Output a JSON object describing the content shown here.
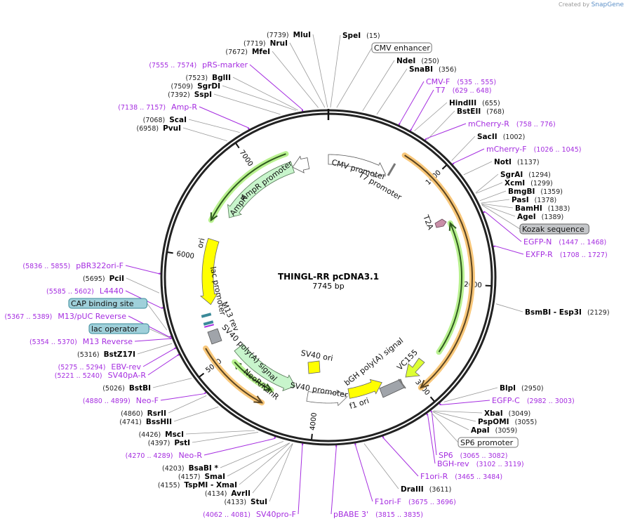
{
  "credit": {
    "prefix": "Created by",
    "brand": "SnapGene"
  },
  "plasmid": {
    "name": "THINGL-RR pcDNA3.1",
    "length": "7745 bp",
    "total_bp": 7745
  },
  "ticks": [
    "1000",
    "2000",
    "3000",
    "4000",
    "5000",
    "6000",
    "7000"
  ],
  "colors": {
    "primer": "#a52de0",
    "enzyme": "#000000",
    "backbone": "#222222",
    "orange": "#f8c77a",
    "green": "#b9f190",
    "yellow": "#ffff00"
  },
  "enzymes": [
    {
      "name": "SpeI",
      "pos": "(15)",
      "site": 15
    },
    {
      "name": "NdeI",
      "pos": "(250)",
      "site": 250
    },
    {
      "name": "SnaBI",
      "pos": "(356)",
      "site": 356
    },
    {
      "name": "HindIII",
      "pos": "(655)",
      "site": 655
    },
    {
      "name": "BstEII",
      "pos": "(768)",
      "site": 768
    },
    {
      "name": "SacII",
      "pos": "(1002)",
      "site": 1002
    },
    {
      "name": "NotI",
      "pos": "(1137)",
      "site": 1137
    },
    {
      "name": "SgrAI",
      "pos": "(1294)",
      "site": 1294
    },
    {
      "name": "XcmI",
      "pos": "(1299)",
      "site": 1299
    },
    {
      "name": "BmgBI",
      "pos": "(1359)",
      "site": 1359
    },
    {
      "name": "PasI",
      "pos": "(1378)",
      "site": 1378
    },
    {
      "name": "BamHI",
      "pos": "(1383)",
      "site": 1383
    },
    {
      "name": "AgeI",
      "pos": "(1389)",
      "site": 1389
    },
    {
      "name": "BsmBI   - Esp3I",
      "pos": "(2129)",
      "site": 2129
    },
    {
      "name": "BlpI",
      "pos": "(2950)",
      "site": 2950
    },
    {
      "name": "XbaI",
      "pos": "(3049)",
      "site": 3049
    },
    {
      "name": "PspOMI",
      "pos": "(3055)",
      "site": 3055
    },
    {
      "name": "ApaI",
      "pos": "(3059)",
      "site": 3059
    },
    {
      "name": "DraIII",
      "pos": "(3611)",
      "site": 3611
    },
    {
      "name": "StuI",
      "pos": "(4133)",
      "site": 4133
    },
    {
      "name": "AvrII",
      "pos": "(4134)",
      "site": 4134
    },
    {
      "name": "TspMI   - XmaI",
      "pos": "(4155)",
      "site": 4155
    },
    {
      "name": "SmaI",
      "pos": "(4157)",
      "site": 4157
    },
    {
      "name": "BsaBI *",
      "pos": "(4203)",
      "site": 4203
    },
    {
      "name": "PstI",
      "pos": "(4397)",
      "site": 4397
    },
    {
      "name": "MscI",
      "pos": "(4426)",
      "site": 4426
    },
    {
      "name": "BssHII",
      "pos": "(4741)",
      "site": 4741
    },
    {
      "name": "RsrII",
      "pos": "(4860)",
      "site": 4860
    },
    {
      "name": "BstBI",
      "pos": "(5026)",
      "site": 5026
    },
    {
      "name": "BstZ17I",
      "pos": "(5316)",
      "site": 5316
    },
    {
      "name": "PciI",
      "pos": "(5695)",
      "site": 5695
    },
    {
      "name": "PvuI",
      "pos": "(6958)",
      "site": 6958
    },
    {
      "name": "ScaI",
      "pos": "(7068)",
      "site": 7068
    },
    {
      "name": "SspI",
      "pos": "(7392)",
      "site": 7392
    },
    {
      "name": "SgrDI",
      "pos": "(7509)",
      "site": 7509
    },
    {
      "name": "BglII",
      "pos": "(7523)",
      "site": 7523
    },
    {
      "name": "MfeI",
      "pos": "(7672)",
      "site": 7672
    },
    {
      "name": "NruI",
      "pos": "(7719)",
      "site": 7719
    },
    {
      "name": "MluI",
      "pos": "(7739)",
      "site": 7739
    }
  ],
  "primers": [
    {
      "name": "CMV-F",
      "range": "(535 .. 555)",
      "site": 535
    },
    {
      "name": "T7",
      "range": "(629 .. 648)",
      "site": 629
    },
    {
      "name": "mCherry-R",
      "range": "(758 .. 776)",
      "site": 758
    },
    {
      "name": "mCherry-F",
      "range": "(1026 .. 1045)",
      "site": 1026
    },
    {
      "name": "EGFP-N",
      "range": "(1447 .. 1468)",
      "site": 1447
    },
    {
      "name": "EXFP-R",
      "range": "(1708 .. 1727)",
      "site": 1708
    },
    {
      "name": "EGFP-C",
      "range": "(2982 .. 3003)",
      "site": 2982
    },
    {
      "name": "SP6",
      "range": "(3065 .. 3082)",
      "site": 3065
    },
    {
      "name": "BGH-rev",
      "range": "(3102 .. 3119)",
      "site": 3102
    },
    {
      "name": "F1ori-R",
      "range": "(3465 .. 3484)",
      "site": 3465
    },
    {
      "name": "F1ori-F",
      "range": "(3675 .. 3696)",
      "site": 3675
    },
    {
      "name": "pBABE 3'",
      "range": "(3815 .. 3835)",
      "site": 3815
    },
    {
      "name": "SV40pro-F",
      "range": "(4062 .. 4081)",
      "site": 4062
    },
    {
      "name": "Neo-R",
      "range": "(4270 .. 4289)",
      "site": 4270
    },
    {
      "name": "Neo-F",
      "range": "(4880 .. 4899)",
      "site": 4880
    },
    {
      "name": "SV40pA-R",
      "range": "(5221 .. 5240)",
      "site": 5221
    },
    {
      "name": "EBV-rev",
      "range": "(5275 .. 5294)",
      "site": 5275
    },
    {
      "name": "M13 Reverse",
      "range": "(5354 .. 5370)",
      "site": 5354
    },
    {
      "name": "M13/pUC Reverse",
      "range": "(5367 .. 5389)",
      "site": 5367
    },
    {
      "name": "L4440",
      "range": "(5585 .. 5602)",
      "site": 5585
    },
    {
      "name": "pBR322ori-F",
      "range": "(5836 .. 5855)",
      "site": 5836
    },
    {
      "name": "Amp-R",
      "range": "(7138 .. 7157)",
      "site": 7138
    },
    {
      "name": "pRS-marker",
      "range": "(7555 .. 7574)",
      "site": 7555
    }
  ],
  "boxed_features": [
    {
      "name": "CMV enhancer",
      "style": "white"
    },
    {
      "name": "Kozak sequence",
      "style": "gray"
    },
    {
      "name": "SP6 promoter",
      "style": "white"
    },
    {
      "name": "lac operator",
      "style": "teal"
    },
    {
      "name": "CAP binding site",
      "style": "teal"
    }
  ],
  "features": [
    {
      "name": "CMV promoter"
    },
    {
      "name": "T7 promoter"
    },
    {
      "name": "T2A"
    },
    {
      "name": "VC155"
    },
    {
      "name": "bGH poly(A) signal"
    },
    {
      "name": "f1 ori"
    },
    {
      "name": "SV40 promoter"
    },
    {
      "name": "SV40 ori"
    },
    {
      "name": "NeoR/KanR"
    },
    {
      "name": "SV40 poly(A) signal"
    },
    {
      "name": "M13 rev"
    },
    {
      "name": "lac promoter"
    },
    {
      "name": "ori"
    },
    {
      "name": "AmpR"
    },
    {
      "name": "AmpR promoter"
    }
  ]
}
